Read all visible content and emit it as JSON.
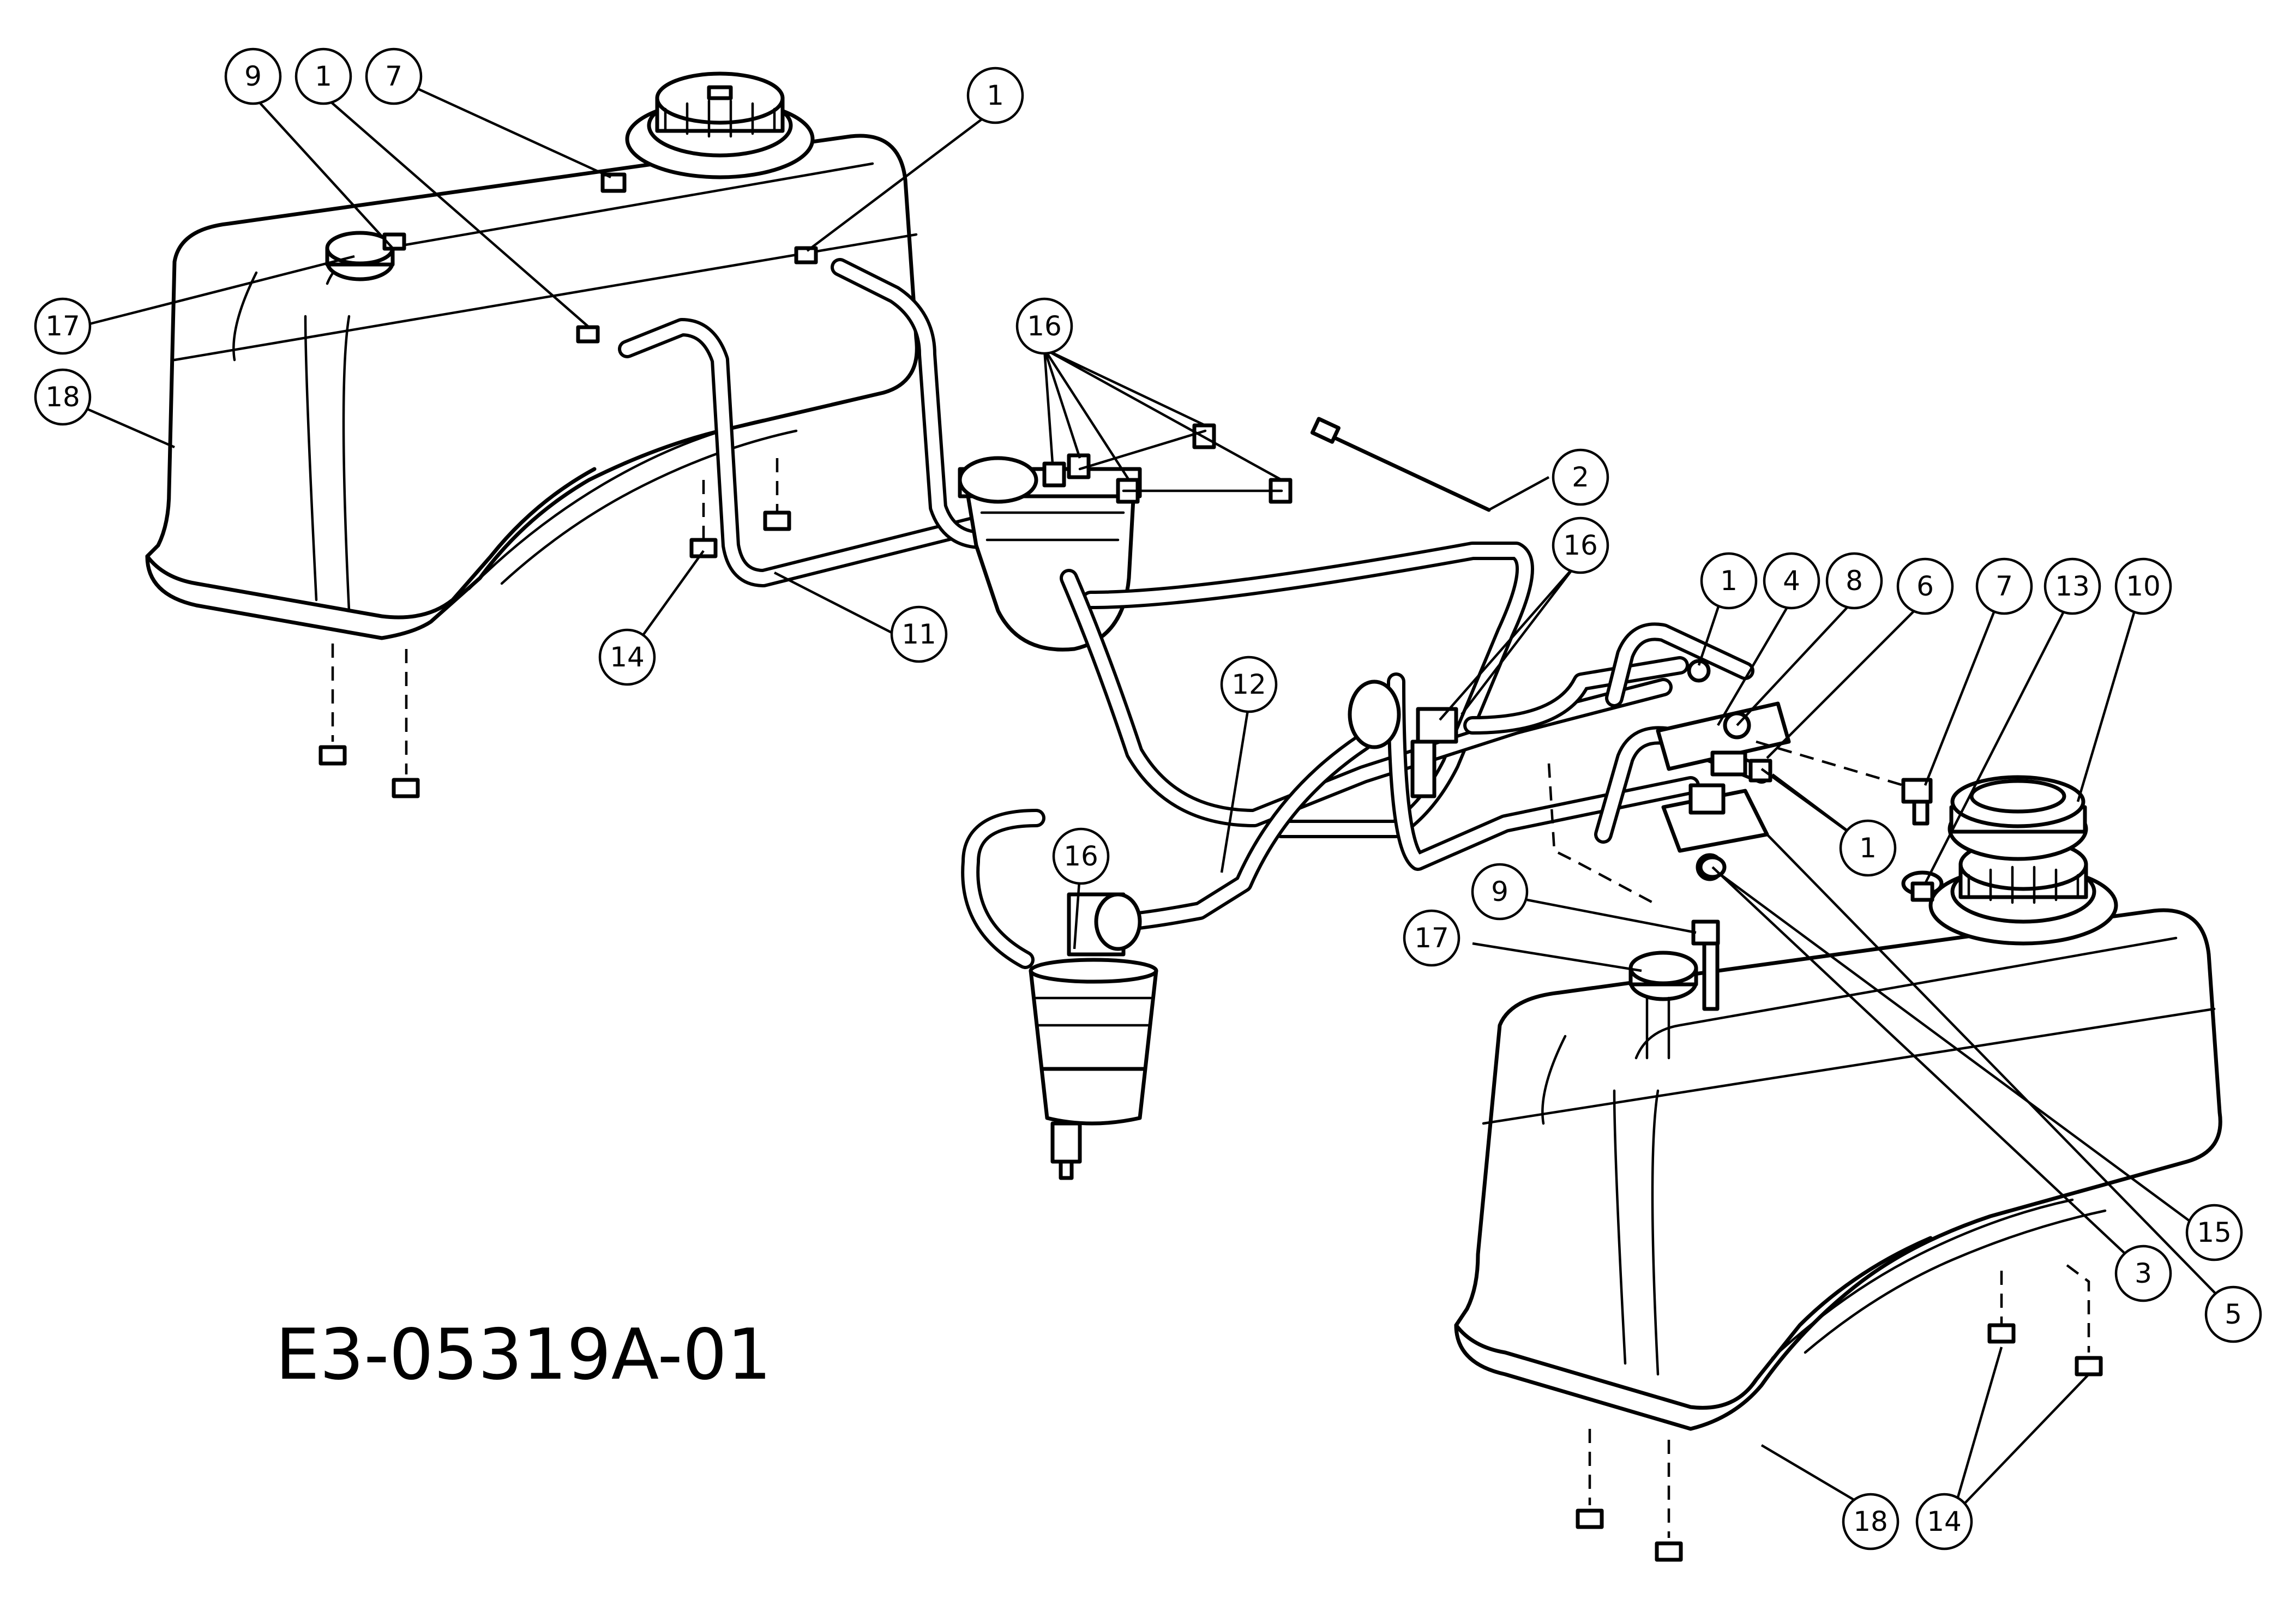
{
  "drawing_number": "E3-05319A-01",
  "callouts": [
    {
      "label": "9"
    },
    {
      "label": "1"
    },
    {
      "label": "7"
    },
    {
      "label": "1"
    },
    {
      "label": "17"
    },
    {
      "label": "18"
    },
    {
      "label": "16"
    },
    {
      "label": "2"
    },
    {
      "label": "16"
    },
    {
      "label": "14"
    },
    {
      "label": "11"
    },
    {
      "label": "12"
    },
    {
      "label": "1"
    },
    {
      "label": "4"
    },
    {
      "label": "8"
    },
    {
      "label": "6"
    },
    {
      "label": "7"
    },
    {
      "label": "13"
    },
    {
      "label": "10"
    },
    {
      "label": "1"
    },
    {
      "label": "16"
    },
    {
      "label": "9"
    },
    {
      "label": "17"
    },
    {
      "label": "15"
    },
    {
      "label": "3"
    },
    {
      "label": "5"
    },
    {
      "label": "18"
    },
    {
      "label": "14"
    }
  ]
}
